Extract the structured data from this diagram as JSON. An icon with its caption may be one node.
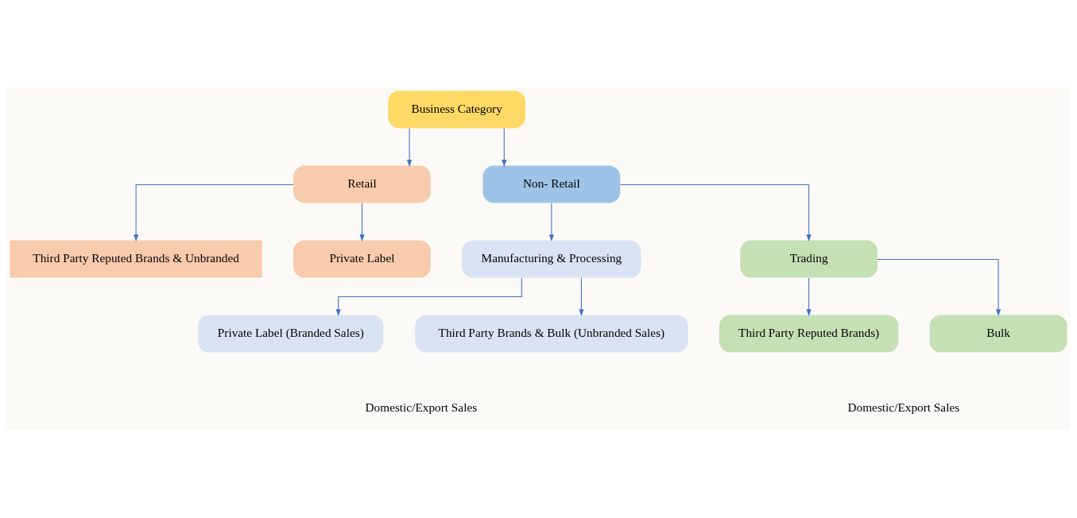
{
  "diagram": {
    "nodes": [
      {
        "text": [
          "Business Category"
        ]
      },
      {
        "text": [
          "Retail"
        ]
      },
      {
        "text": [
          "Non- Retail"
        ]
      },
      {
        "text": [
          "Third Party Reputed Brands & Unbranded"
        ]
      },
      {
        "text": [
          "Private Label"
        ]
      },
      {
        "text": [
          "Manufacturing & Processing"
        ]
      },
      {
        "text": [
          "Trading"
        ]
      },
      {
        "text": [
          "Private Label (Branded Sales)"
        ]
      },
      {
        "text": [
          "Third Party Brands & Bulk (Unbranded Sales)"
        ]
      },
      {
        "text": [
          "Third Party Reputed Brands)"
        ]
      },
      {
        "text": [
          "Bulk"
        ]
      }
    ],
    "edges": [
      {
        "from": 0,
        "to": 1,
        "arrow": "to"
      },
      {
        "from": 0,
        "to": 2,
        "arrow": "to"
      },
      {
        "from": 1,
        "to": 3,
        "arrow": "to"
      },
      {
        "from": 1,
        "to": 4,
        "arrow": "to"
      },
      {
        "from": 2,
        "to": 5,
        "arrow": "to"
      },
      {
        "from": 2,
        "to": 6,
        "arrow": "to"
      },
      {
        "from": 5,
        "to": 7,
        "arrow": "to"
      },
      {
        "from": 5,
        "to": 8,
        "arrow": "to"
      },
      {
        "from": 6,
        "to": 9,
        "arrow": "to"
      },
      {
        "from": 6,
        "to": 10,
        "arrow": "to"
      }
    ],
    "labels": [
      "Domestic/Export Sales",
      "Domestic/Export Sales"
    ]
  }
}
